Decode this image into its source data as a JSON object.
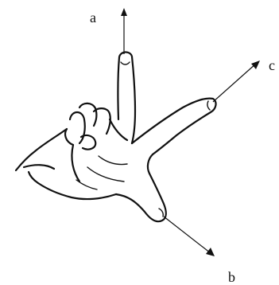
{
  "labels": {
    "a": "a",
    "b": "b",
    "c": "c"
  },
  "icons": {
    "hand": "hand-right-hand-rule-icon"
  }
}
